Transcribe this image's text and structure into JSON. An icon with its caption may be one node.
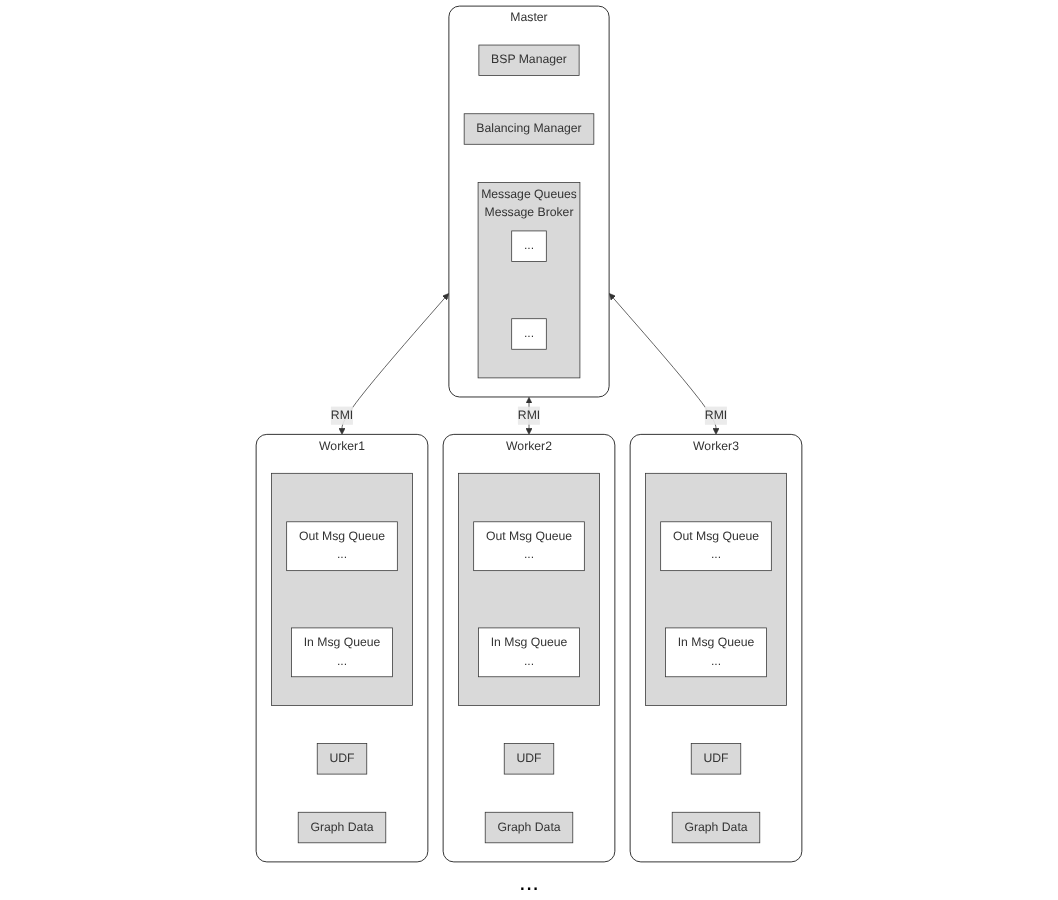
{
  "diagram": {
    "nodes": [
      {
        "text": [
          "Master"
        ]
      },
      {
        "text": [
          "BSP Manager"
        ],
        "in": 0
      },
      {
        "text": [
          "Balancing Manager"
        ],
        "in": 0
      },
      {
        "text": [
          "Message Queues",
          "Message Broker"
        ],
        "in": 0
      },
      {
        "text": [
          "..."
        ],
        "in": 3
      },
      {
        "text": [
          "..."
        ],
        "in": 3
      },
      {
        "text": [
          "Worker1"
        ]
      },
      {
        "text": [],
        "shape": "box",
        "in": 6
      },
      {
        "text": [
          "Out Msg Queue",
          "..."
        ],
        "in": 7
      },
      {
        "text": [
          "In Msg Queue",
          "..."
        ],
        "in": 7
      },
      {
        "text": [
          "UDF"
        ],
        "in": 6
      },
      {
        "text": [
          "Graph Data"
        ],
        "in": 6
      },
      {
        "text": [
          "Worker2"
        ]
      },
      {
        "text": [],
        "shape": "box",
        "in": 12
      },
      {
        "text": [
          "Out Msg Queue",
          "..."
        ],
        "in": 13
      },
      {
        "text": [
          "In Msg Queue",
          "..."
        ],
        "in": 13
      },
      {
        "text": [
          "UDF"
        ],
        "in": 12
      },
      {
        "text": [
          "Graph Data"
        ],
        "in": 12
      },
      {
        "text": [
          "Worker3"
        ]
      },
      {
        "text": [],
        "shape": "box",
        "in": 18
      },
      {
        "text": [
          "Out Msg Queue",
          "..."
        ],
        "in": 19
      },
      {
        "text": [
          "In Msg Queue",
          "..."
        ],
        "in": 19
      },
      {
        "text": [
          "UDF"
        ],
        "in": 18
      },
      {
        "text": [
          "Graph Data"
        ],
        "in": 18
      }
    ],
    "edges": [
      {
        "from": 0,
        "to": 6,
        "arrow": "both",
        "label": "RMI"
      },
      {
        "from": 0,
        "to": 12,
        "arrow": "both",
        "label": "RMI"
      },
      {
        "from": 0,
        "to": 18,
        "arrow": "both",
        "label": "RMI"
      }
    ],
    "labels": [
      "..."
    ]
  }
}
